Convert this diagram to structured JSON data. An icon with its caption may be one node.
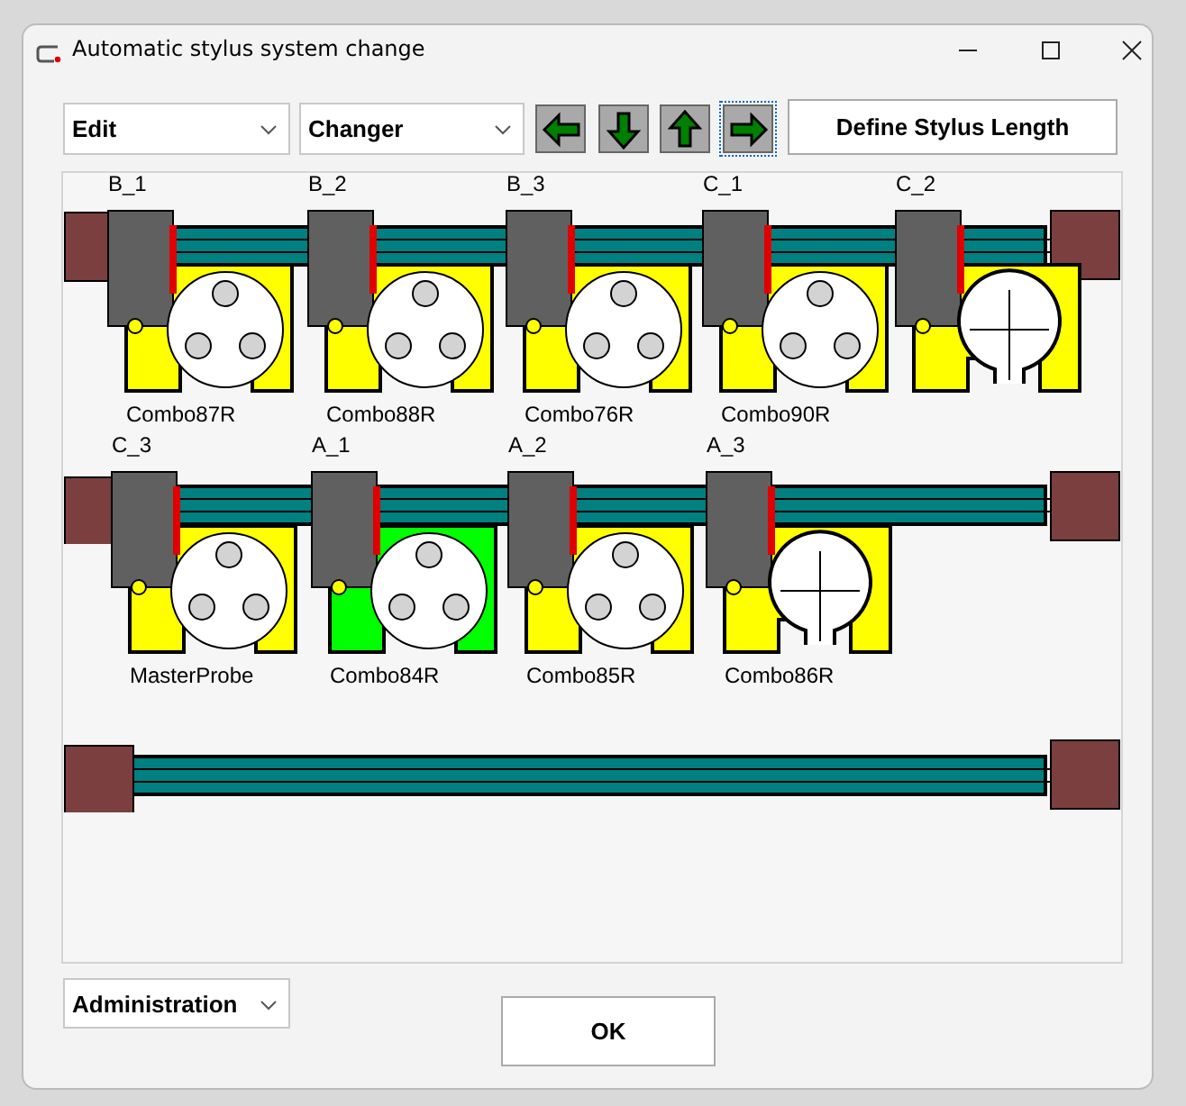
{
  "diagram": {
    "title": "Automatic stylus system change",
    "nodes": [
      {
        "text": [
          "B_1",
          "Combo87R"
        ]
      },
      {
        "text": [
          "B_2",
          "Combo88R"
        ]
      },
      {
        "text": [
          "B_3",
          "Combo76R"
        ]
      },
      {
        "text": [
          "C_1",
          "Combo90R"
        ]
      },
      {
        "text": [
          "C_2"
        ]
      },
      {
        "text": [
          "C_3",
          "MasterProbe"
        ]
      },
      {
        "text": [
          "A_1",
          "Combo84R"
        ]
      },
      {
        "text": [
          "A_2",
          "Combo85R"
        ]
      },
      {
        "text": [
          "A_3",
          "Combo86R"
        ]
      }
    ],
    "labels": [
      "Edit",
      "Changer",
      "Define Stylus Length",
      "Administration",
      "OK"
    ]
  }
}
